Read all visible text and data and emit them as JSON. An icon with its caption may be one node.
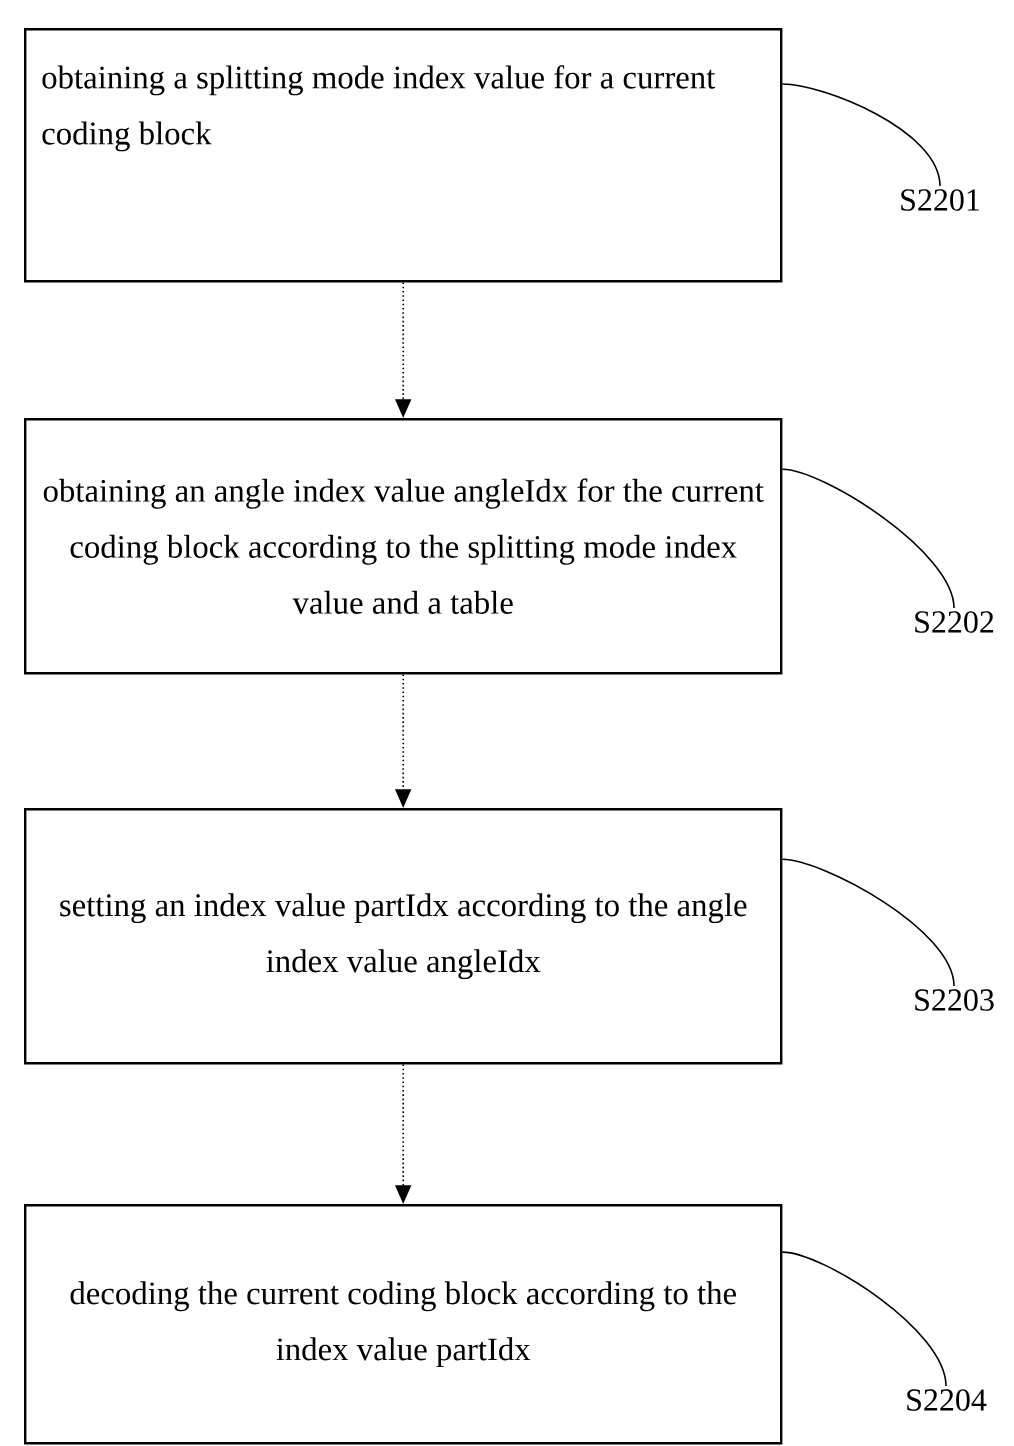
{
  "diagram": {
    "nodes": [
      {
        "text": [
          "obtaining a splitting mode index value for a current coding block"
        ]
      },
      {
        "text": [
          "obtaining an angle index value angleIdx for the current coding block according to the splitting mode index value and a table"
        ]
      },
      {
        "text": [
          "setting an index value partIdx according to the angle index value angleIdx"
        ]
      },
      {
        "text": [
          "decoding the current coding block according to the index value partIdx"
        ]
      },
      {
        "text": [
          "S2201"
        ]
      },
      {
        "text": [
          "S2202"
        ]
      },
      {
        "text": [
          "S2203"
        ]
      },
      {
        "text": [
          "S2204"
        ]
      }
    ],
    "edges": [
      {
        "from": 0,
        "to": 1,
        "arrow": "to",
        "style": "dashed"
      },
      {
        "from": 1,
        "to": 2,
        "arrow": "to",
        "style": "dashed"
      },
      {
        "from": 2,
        "to": 3,
        "arrow": "to",
        "style": "dashed"
      },
      {
        "from": 4,
        "to": 0,
        "arrow": "none"
      },
      {
        "from": 5,
        "to": 1,
        "arrow": "none"
      },
      {
        "from": 6,
        "to": 2,
        "arrow": "none"
      },
      {
        "from": 7,
        "to": 3,
        "arrow": "none"
      }
    ]
  }
}
